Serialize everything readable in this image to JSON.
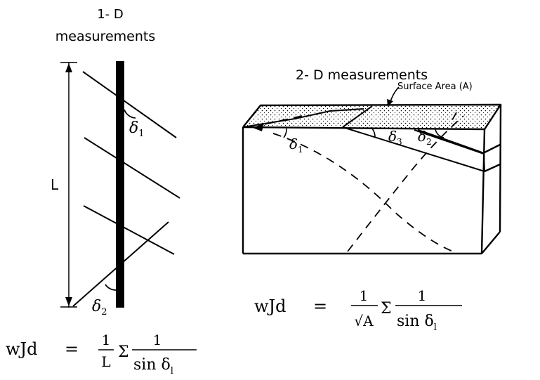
{
  "left_panel": {
    "title_line1": "1- D",
    "title_line2": "measurements",
    "length_label": "L",
    "angle1": "δ",
    "angle1_sub": "1",
    "angle2": "δ",
    "angle2_sub": "2",
    "formula": {
      "lhs": "wJd",
      "eq": "=",
      "num1": "1",
      "den1": "L",
      "sigma": "Σ",
      "num2": "1",
      "den2": "sin δ",
      "den2_sub": "l"
    }
  },
  "right_panel": {
    "title": "2- D measurements",
    "surface_label": "Surface Area (A)",
    "angle1": "δ",
    "angle1_sub": "1",
    "angle2": "δ",
    "angle2_sub": "2",
    "angle3": "δ",
    "angle3_sub": "3",
    "formula": {
      "lhs": "wJd",
      "eq": "=",
      "num1": "1",
      "den1": "√A",
      "sigma": "Σ",
      "num2": "1",
      "den2": "sin δ",
      "den2_sub": "l"
    }
  }
}
